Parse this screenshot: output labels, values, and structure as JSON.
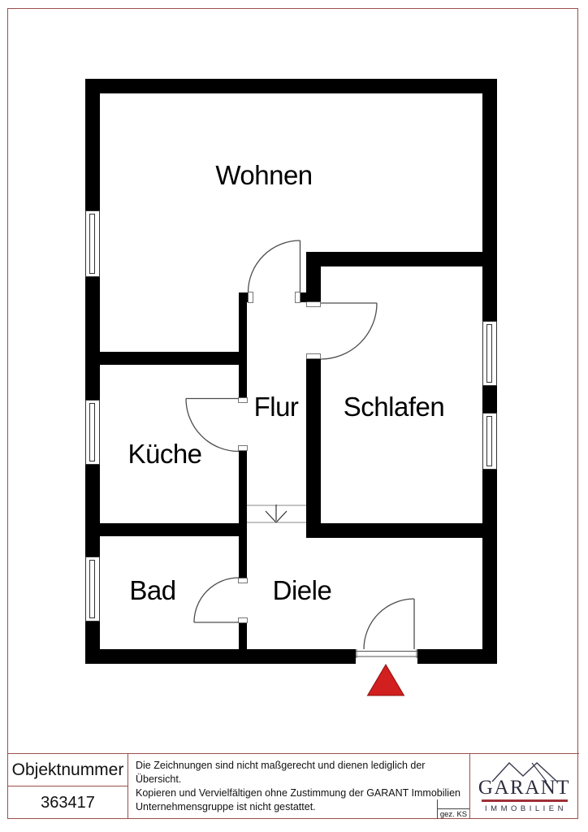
{
  "page": {
    "frame_color": "#9c4f4b",
    "background": "#ffffff"
  },
  "floorplan": {
    "wall_color": "#000000",
    "entrance_marker_color": "#d21f1f",
    "rooms": {
      "wohnen": {
        "label": "Wohnen"
      },
      "schlafen": {
        "label": "Schlafen"
      },
      "flur": {
        "label": "Flur"
      },
      "kueche": {
        "label": "Küche"
      },
      "bad": {
        "label": "Bad"
      },
      "diele": {
        "label": "Diele"
      }
    }
  },
  "title_block": {
    "object_number_label": "Objektnummer",
    "object_number_value": "363417",
    "disclaimer_line1": "Die Zeichnungen sind nicht maßgerecht und dienen lediglich der Übersicht.",
    "disclaimer_line2": "Kopieren und Vervielfältigen ohne Zustimmung der GARANT Immobilien",
    "disclaimer_line3": "Unternehmensgruppe ist nicht gestattet.",
    "drawn_by": "gez. KS",
    "logo": {
      "brand": "GARANT",
      "division": "IMMOBILIEN",
      "accent_color": "#9e2f38",
      "text_color": "#2d2d3f"
    }
  }
}
